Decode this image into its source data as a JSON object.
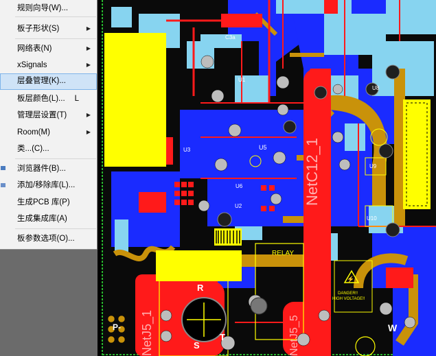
{
  "menu": {
    "items": [
      {
        "label": "规则向导(W)...",
        "submenu": false
      },
      {
        "label": "板子形状(S)",
        "submenu": true
      },
      {
        "label": "网络表(N)",
        "submenu": true
      },
      {
        "label": "xSignals",
        "submenu": true
      },
      {
        "label": "层叠管理(K)...",
        "submenu": false,
        "selected": true
      },
      {
        "label": "板层颜色(L)...",
        "submenu": false,
        "accel": "L"
      },
      {
        "label": "管理层设置(T)",
        "submenu": true
      },
      {
        "label": "Room(M)",
        "submenu": true
      },
      {
        "label": "类...(C)...",
        "submenu": false
      },
      {
        "label": "浏览器件(B)...",
        "submenu": false
      },
      {
        "label": "添加/移除库(L)...",
        "submenu": false
      },
      {
        "label": "生成PCB 库(P)",
        "submenu": false
      },
      {
        "label": "生成集成库(A)",
        "submenu": false
      },
      {
        "label": "板参数选项(O)...",
        "submenu": false
      }
    ]
  },
  "pcb": {
    "designators": [
      "U1",
      "U2",
      "U3",
      "U5",
      "U6",
      "U8",
      "U9",
      "U10",
      "C3a"
    ],
    "net_labels": [
      "NetC12_1",
      "NetJ5_1",
      "NetJ5_5"
    ],
    "relay_label": "RELAY",
    "warning_text_1": "DANGER!!",
    "warning_text_2": "HIGH VOLTAGE!!",
    "terminal_labels": [
      "R",
      "S",
      "T",
      "W",
      "P-"
    ],
    "colors": {
      "board_bg": "#000000",
      "top_copper": "#ff1a1a",
      "bottom_copper": "#1a2bff",
      "inner_layer": "#c9920a",
      "plane": "#87d4f0",
      "silkscreen": "#ffff00",
      "pads": "#bdbdbd"
    }
  }
}
